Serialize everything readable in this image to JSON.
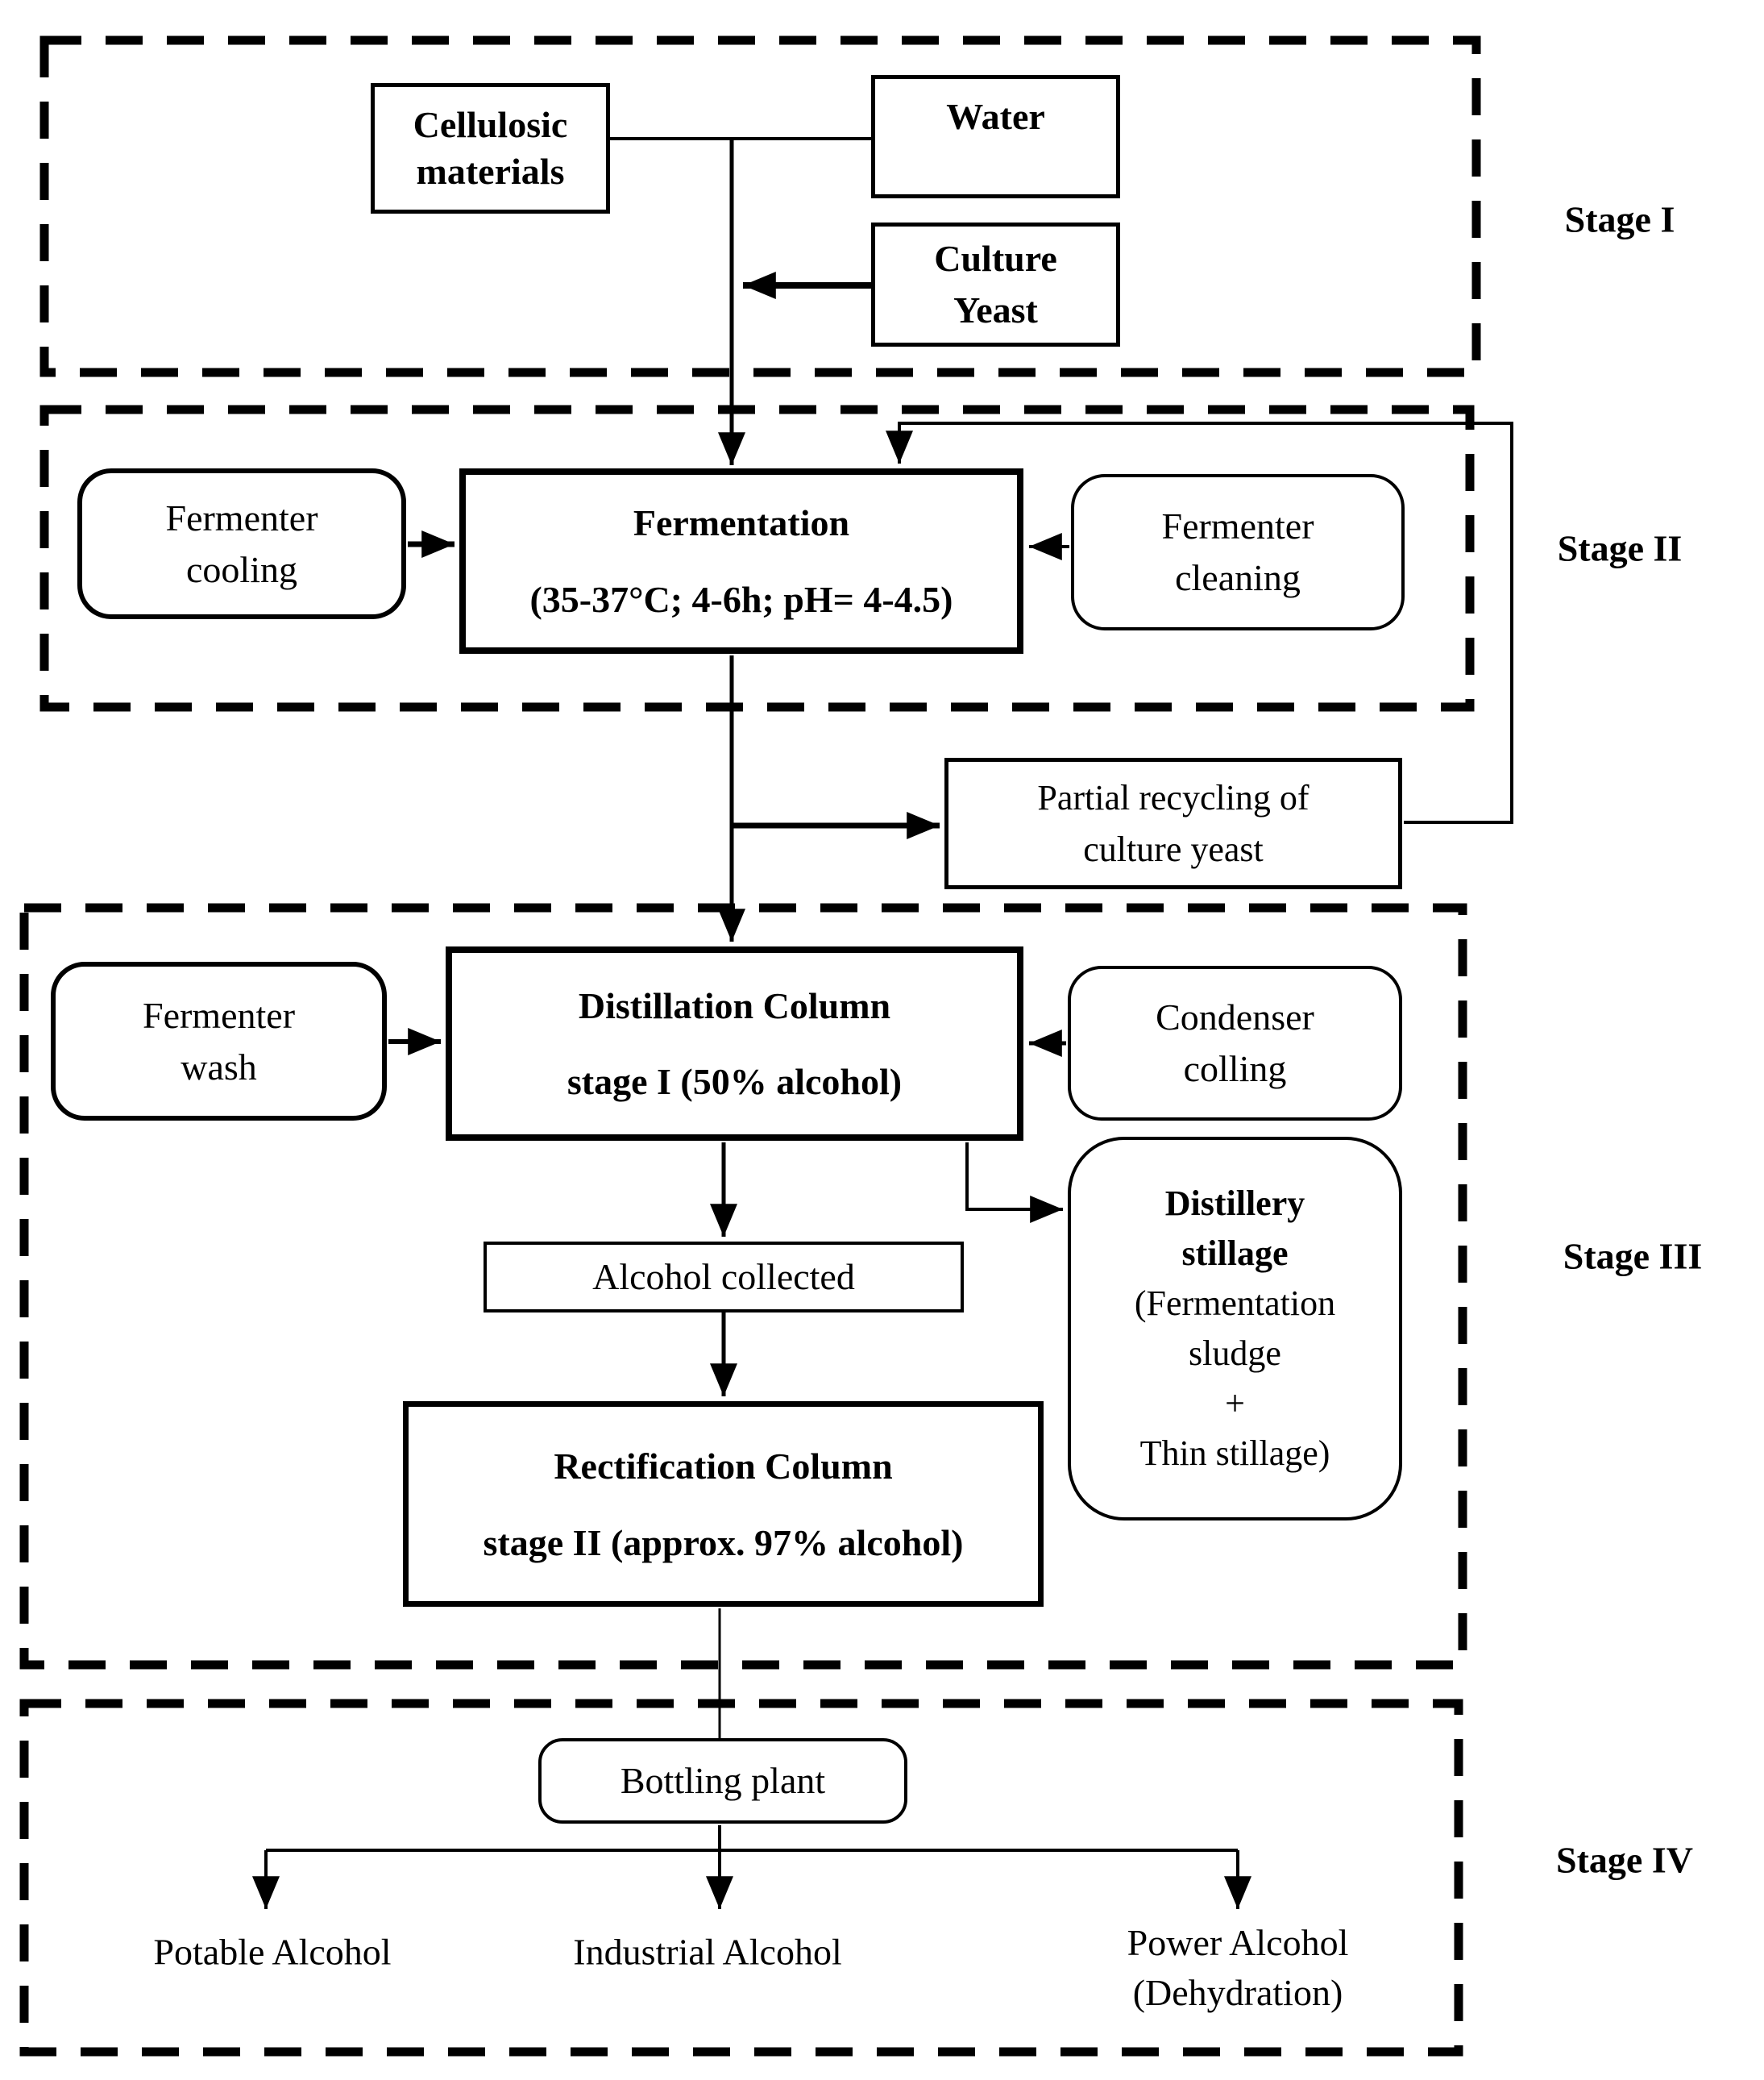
{
  "colors": {
    "ink": "#000000",
    "background": "#ffffff"
  },
  "stages": {
    "stage1": {
      "label": "Stage I"
    },
    "stage2": {
      "label": "Stage II"
    },
    "stage3": {
      "label": "Stage III"
    },
    "stage4": {
      "label": "Stage IV"
    }
  },
  "nodes": {
    "cellulosic": {
      "line1": "Cellulosic",
      "line2": "materials"
    },
    "water": {
      "line1": "Water"
    },
    "culture_yeast": {
      "line1": "Culture",
      "line2": "Yeast"
    },
    "fermenter_cooling": {
      "line1": "Fermenter",
      "line2": "cooling"
    },
    "fermentation": {
      "line1": "Fermentation",
      "line2": "(35-37°C; 4-6h; pH= 4-4.5)"
    },
    "fermenter_cleaning": {
      "line1": "Fermenter",
      "line2": "cleaning"
    },
    "partial_recycling": {
      "line1": "Partial recycling of",
      "line2": "culture yeast"
    },
    "fermenter_wash": {
      "line1": "Fermenter",
      "line2": "wash"
    },
    "distillation": {
      "line1": "Distillation Column",
      "line2": "stage I (50% alcohol)"
    },
    "condenser": {
      "line1": "Condenser",
      "line2": "colling"
    },
    "alcohol_collected": {
      "line1": "Alcohol collected"
    },
    "distillery_stillage": {
      "title1": "Distillery",
      "title2": "stillage",
      "sub1": "(Fermentation",
      "sub2": "sludge",
      "sub3": "+",
      "sub4": "Thin stillage)"
    },
    "rectification": {
      "line1": "Rectification Column",
      "line2": "stage II (approx. 97% alcohol)"
    },
    "bottling": {
      "line1": "Bottling plant"
    },
    "potable": {
      "line1": "Potable Alcohol"
    },
    "industrial": {
      "line1": "Industrial Alcohol"
    },
    "power": {
      "line1": "Power Alcohol",
      "line2": "(Dehydration)"
    }
  }
}
